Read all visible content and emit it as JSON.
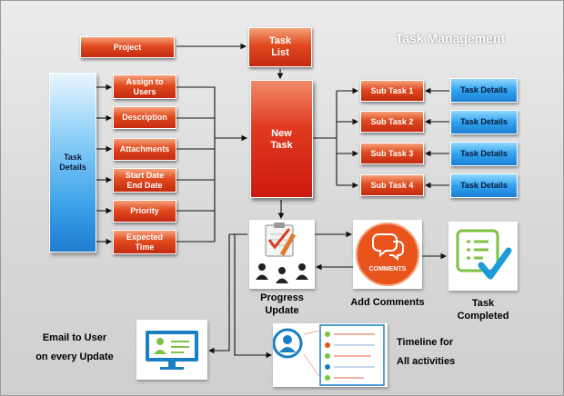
{
  "title": "Task Management",
  "nodes": {
    "project": "Project",
    "task_list": "Task\nList",
    "task_details": "Task\nDetails",
    "new_task": "New\nTask",
    "fields": [
      "Assign to\nUsers",
      "Description",
      "Attachments",
      "Start Date\nEnd Date",
      "Priority",
      "Expected\nTime"
    ],
    "subtasks": [
      "Sub Task 1",
      "Sub Task 2",
      "Sub Task 3",
      "Sub Task 4"
    ],
    "subtask_details": [
      "Task Details",
      "Task Details",
      "Task Details",
      "Task Details"
    ]
  },
  "bottom": {
    "progress_update": "Progress\nUpdate",
    "add_comments": "Add Comments",
    "comments_badge": "COMMENTS",
    "task_completed": "Task\nCompleted",
    "email_line1": "Email to User",
    "email_line2": "on every Update",
    "timeline_line1": "Timeline for",
    "timeline_line2": "All activities"
  },
  "colors": {
    "red_box": "#e04a1e",
    "blue_box": "#2fa3ef",
    "comments_orange": "#e8541c",
    "check_blue": "#1d9bd8",
    "check_green": "#7cc243"
  }
}
